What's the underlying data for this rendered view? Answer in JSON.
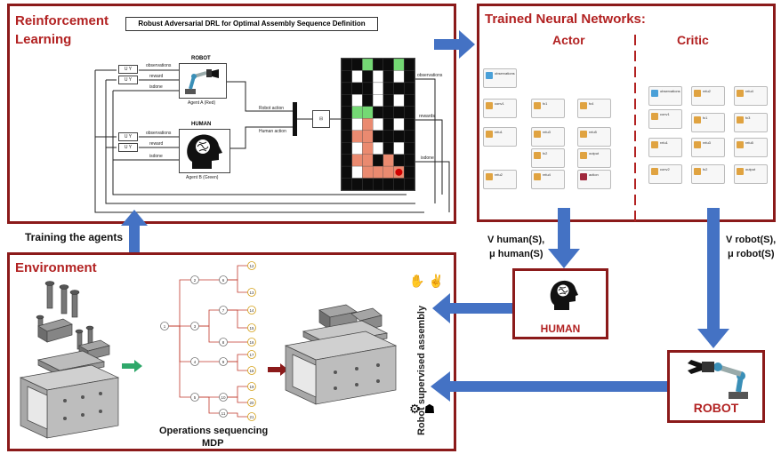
{
  "rl_panel": {
    "title_line1": "Reinforcement",
    "title_line2": "Learning",
    "model_title": "Robust Adversarial DRL for Optimal Assembly Sequence Definition",
    "ports": {
      "uy": "U Y",
      "observations": "observations",
      "reward": "reward",
      "isdone": "isdone"
    },
    "robot_label": "ROBOT",
    "robot_agent": "Agent A (Red)",
    "human_label": "HUMAN",
    "human_agent": "Agent B (Green)",
    "robot_action": "Robot action",
    "human_action": "Human action",
    "env_out_observations": "observations",
    "env_out_rewards": "rewards",
    "env_out_isdone": "isdone",
    "grid_rows": [
      "BBGBBGB",
      "BWBWBWB",
      "BBBWBBB",
      "BWBWBWB",
      "BGGBBBB",
      "BWRWBWB",
      "BRRBBBB",
      "BWRWBWB",
      "BRRBRBB",
      "BWRRRRB",
      "BBBBBBB"
    ],
    "grid_colors": {
      "B": "#0c0c0c",
      "W": "#ffffff",
      "G": "#74d874",
      "R": "#ea8a70"
    }
  },
  "nn_panel": {
    "title": "Trained Neural Networks:",
    "actor": "Actor",
    "critic": "Critic",
    "actor_layers": [
      "observations",
      "fc1",
      "fc2",
      "relu1",
      "relu3",
      "relu5",
      "conv1",
      "fc4",
      "output",
      "relu2",
      "relu4",
      "action"
    ],
    "critic_layers": [
      "observations",
      "relu2",
      "relu4",
      "conv1",
      "fc1",
      "fc3",
      "relu1",
      "relu3",
      "relu5",
      "conv2",
      "fc2",
      "output"
    ],
    "v_human": "V human(S),",
    "mu_human": "μ human(S)",
    "v_robot": "V robot(S),",
    "mu_robot": "μ robot(S)"
  },
  "training_label": "Training the agents",
  "env_panel": {
    "title": "Environment",
    "mdp_line1": "Operations sequencing",
    "mdp_line2": "MDP",
    "mdp_nodes": [
      "1",
      "2",
      "3",
      "4",
      "5",
      "6",
      "7",
      "8",
      "9",
      "10",
      "11",
      "12",
      "13",
      "14",
      "15",
      "16",
      "17",
      "18",
      "19",
      "20",
      "21"
    ]
  },
  "side_label": "Robot supervised assembly",
  "human_box_label": "HUMAN",
  "robot_box_label": "ROBOT",
  "colors": {
    "panel_border": "#8b1a1a",
    "title_red": "#b22222",
    "arrow_blue": "#4472c4",
    "arrow_green": "#2fa86a",
    "arrow_dark_red": "#8b1a1a"
  }
}
